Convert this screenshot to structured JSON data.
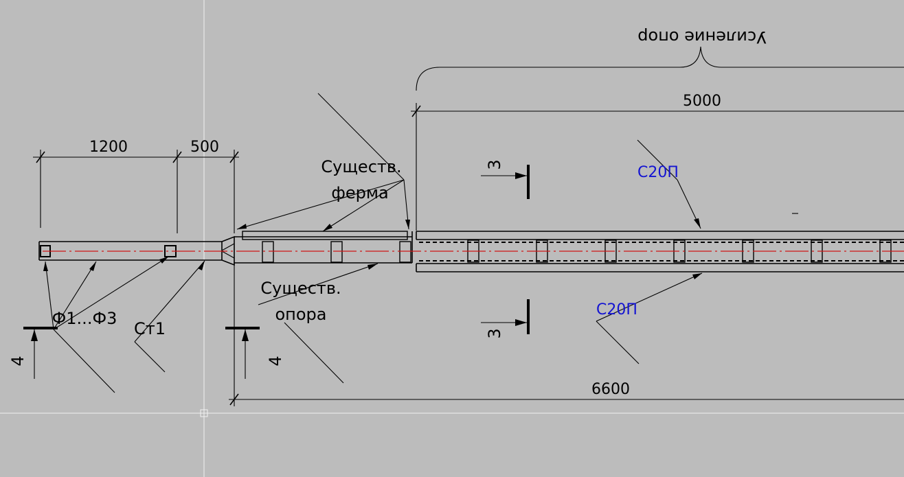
{
  "dimensions": {
    "d1200": "1200",
    "d500": "500",
    "d5000": "5000",
    "d6600": "6600"
  },
  "labels": {
    "usilenie": "Усиление опор",
    "sushch_ferma_1": "Существ.",
    "sushch_ferma_2": "ферма",
    "sushch_opora_1": "Существ.",
    "sushch_opora_2": "опора",
    "f1f3": "Ф1...Ф3",
    "st1": "Ст1",
    "c20p_top": "С20П",
    "c20p_bottom": "С20П",
    "section3_top": "3",
    "section3_bottom": "3",
    "section4_left": "4",
    "section4_right": "4"
  },
  "colors": {
    "background": "#bcbcbc",
    "line": "#000000",
    "axis": "#d01414",
    "profile_label": "#1414d2",
    "crosshair": "#f2f2f2"
  }
}
